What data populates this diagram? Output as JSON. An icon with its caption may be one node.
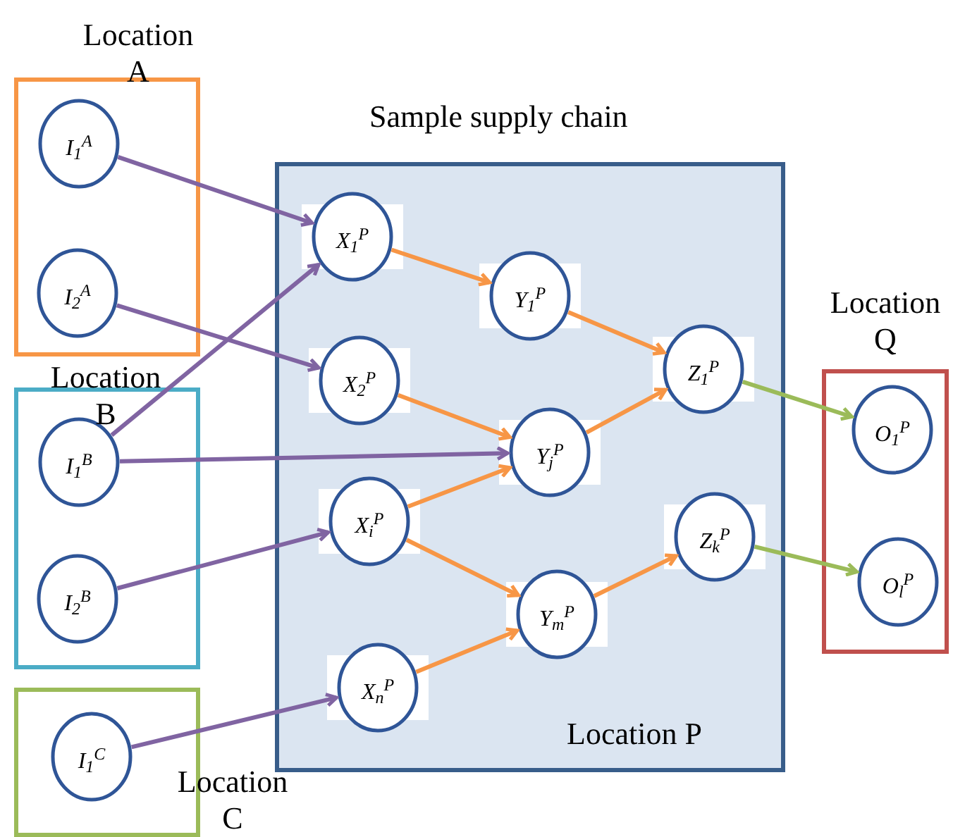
{
  "diagram": {
    "title": "Sample supply chain",
    "nodes": [
      {
        "text": [
          "Location A"
        ]
      },
      {
        "text": [
          "I$_{1}$$^{A}$"
        ],
        "in": 0
      },
      {
        "text": [
          "I$_{2}$$^{A}$"
        ],
        "in": 0
      },
      {
        "text": [
          "Location B"
        ]
      },
      {
        "text": [
          "I$_{1}$$^{B}$"
        ],
        "in": 3
      },
      {
        "text": [
          "I$_{2}$$^{B}$"
        ],
        "in": 3
      },
      {
        "text": [
          "Location C"
        ]
      },
      {
        "text": [
          "I$_{1}$$^{C}$"
        ],
        "in": 6
      },
      {
        "text": [
          "Location P"
        ]
      },
      {
        "text": [
          "X$_{1}$$^{P}$"
        ],
        "in": 8
      },
      {
        "text": [
          "X$_{2}$$^{P}$"
        ],
        "in": 8
      },
      {
        "text": [
          "X$_{i}$$^{P}$"
        ],
        "in": 8
      },
      {
        "text": [
          "X$_{n}$$^{P}$"
        ],
        "in": 8
      },
      {
        "text": [
          "Y$_{1}$$^{P}$"
        ],
        "in": 8
      },
      {
        "text": [
          "Y$_{j}$$^{P}$"
        ],
        "in": 8
      },
      {
        "text": [
          "Y$_{m}$$^{P}$"
        ],
        "in": 8
      },
      {
        "text": [
          "Z$_{1}$$^{P}$"
        ],
        "in": 8
      },
      {
        "text": [
          "Z$_{k}$$^{P}$"
        ],
        "in": 8
      },
      {
        "text": [
          "Location Q"
        ]
      },
      {
        "text": [
          "O$_{1}$$^{P}$"
        ],
        "in": 18
      },
      {
        "text": [
          "O$_{l}$$^{P}$"
        ],
        "in": 18
      }
    ],
    "edges": [
      {
        "from": 1,
        "to": 9,
        "arrow": "to",
        "color": "#8064a2"
      },
      {
        "from": 2,
        "to": 10,
        "arrow": "to",
        "color": "#8064a2"
      },
      {
        "from": 4,
        "to": 9,
        "arrow": "to",
        "color": "#8064a2"
      },
      {
        "from": 4,
        "to": 14,
        "arrow": "to",
        "color": "#8064a2"
      },
      {
        "from": 5,
        "to": 11,
        "arrow": "to",
        "color": "#8064a2"
      },
      {
        "from": 7,
        "to": 12,
        "arrow": "to",
        "color": "#8064a2"
      },
      {
        "from": 9,
        "to": 13,
        "arrow": "to"
      },
      {
        "from": 10,
        "to": 14,
        "arrow": "to"
      },
      {
        "from": 11,
        "to": 14,
        "arrow": "to"
      },
      {
        "from": 11,
        "to": 15,
        "arrow": "to"
      },
      {
        "from": 12,
        "to": 15,
        "arrow": "to"
      },
      {
        "from": 13,
        "to": 16,
        "arrow": "to"
      },
      {
        "from": 14,
        "to": 16,
        "arrow": "to"
      },
      {
        "from": 15,
        "to": 17,
        "arrow": "to"
      },
      {
        "from": 16,
        "to": 19,
        "arrow": "to",
        "color": "#9bbb59"
      },
      {
        "from": 17,
        "to": 20,
        "arrow": "to",
        "color": "#9bbb59"
      }
    ]
  }
}
